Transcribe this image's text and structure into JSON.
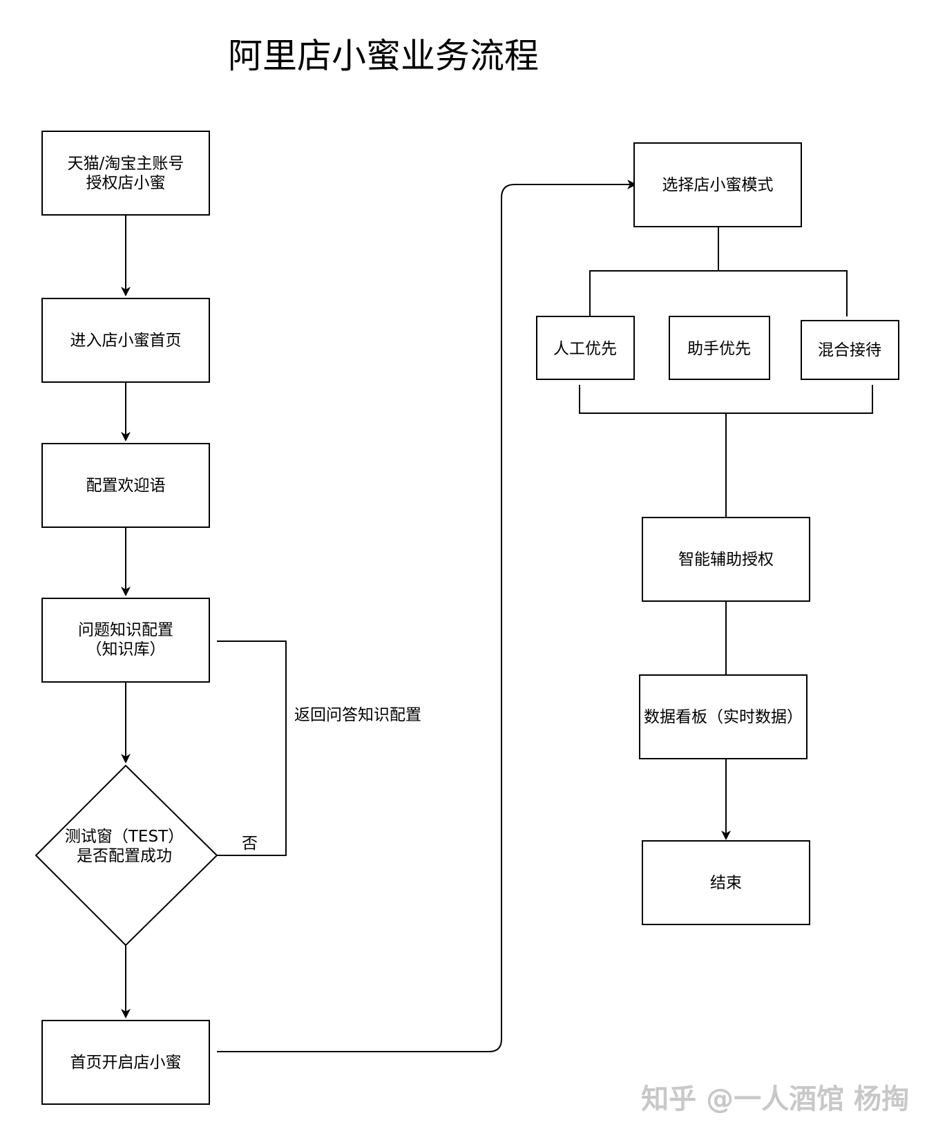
{
  "title": "阿里店小蜜业务流程",
  "nodes": {
    "authorize": [
      "天猫/淘宝主账号",
      "授权店小蜜"
    ],
    "enter_home": [
      "进入店小蜜首页"
    ],
    "welcome": [
      "配置欢迎语"
    ],
    "knowledge": [
      "问题知识配置",
      "（知识库）"
    ],
    "test": [
      "测试窗（TEST）",
      "是否配置成功"
    ],
    "enable": [
      "首页开启店小蜜"
    ],
    "select_mode": [
      "选择店小蜜模式"
    ],
    "manual_first": [
      "人工优先"
    ],
    "assistant_first": [
      "助手优先"
    ],
    "mixed": [
      "混合接待"
    ],
    "smart_auth": [
      "智能辅助授权"
    ],
    "dashboard": [
      "数据看板（实时数据）"
    ],
    "end": [
      "结束"
    ]
  },
  "edges": {
    "no_label": "否",
    "back_label": "返回问答知识配置"
  },
  "watermark": "知乎 @一人酒馆 杨掏"
}
